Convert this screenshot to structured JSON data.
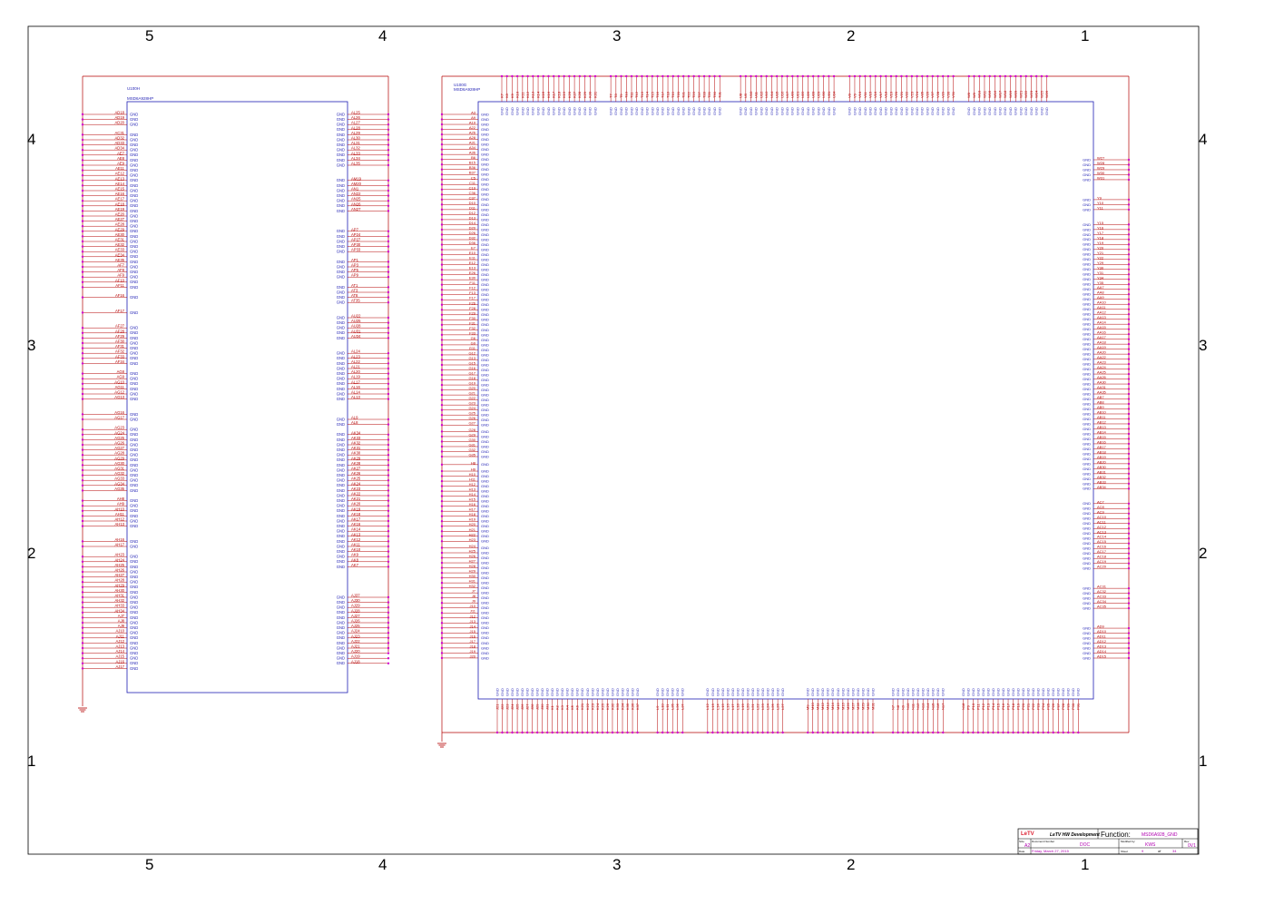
{
  "zones": {
    "top": [
      "5",
      "4",
      "3",
      "2",
      "1"
    ],
    "bottom": [
      "5",
      "4",
      "3",
      "2",
      "1"
    ],
    "left": [
      "4",
      "3",
      "2",
      "1"
    ],
    "right": [
      "4",
      "3",
      "2",
      "1"
    ]
  },
  "colors": {
    "border": "#000000",
    "body": "#1f1fb4",
    "net": "#b40000",
    "dot": "#d000d0",
    "pin_name": "#1f1fb4",
    "net_label": "#b40000"
  },
  "u100h": {
    "ref": "U100H",
    "part": "MSD6A928HP",
    "left_pins": [
      "AD18",
      "AD19",
      "AD20",
      "AC31",
      "AD32",
      "AD33",
      "AD34",
      "AE7",
      "AE8",
      "AE9",
      "AE11",
      "AE12",
      "AE13",
      "AE14",
      "AE15",
      "AE16",
      "AE17",
      "AE18",
      "AE19",
      "AE20",
      "AE27",
      "AE28",
      "AE29",
      "AE30",
      "AE31",
      "AE32",
      "AE33",
      "AE34",
      "AE35",
      "AF7",
      "AF8",
      "AF9",
      "AF10",
      "AF11",
      "AF16",
      "AF17",
      "AF27",
      "AF28",
      "AF29",
      "AF30",
      "AF31",
      "AF32",
      "AF33",
      "AF34",
      "AG8",
      "AG9",
      "AG10",
      "AG11",
      "AG12",
      "AG13",
      "AG16",
      "AG17",
      "AG23",
      "AG24",
      "AG25",
      "AG26",
      "AG27",
      "AG28",
      "AG29",
      "AG30",
      "AG31",
      "AG32",
      "AG33",
      "AG34",
      "AG35",
      "AH8",
      "AH9",
      "AH10",
      "AH11",
      "AH12",
      "AH13",
      "AH16",
      "AH17",
      "AH23",
      "AH24",
      "AH25",
      "AH26",
      "AH27",
      "AH28",
      "AH29",
      "AH30",
      "AH31",
      "AH32",
      "AH33",
      "AH34",
      "AJ7",
      "AJ8",
      "AJ9",
      "AJ10",
      "AJ11",
      "AJ12",
      "AJ13",
      "AJ14",
      "AJ15",
      "AJ16",
      "AJ17"
    ],
    "right_pins": [
      "AL25",
      "AL26",
      "AL27",
      "AL28",
      "AL29",
      "AL30",
      "AL31",
      "AL32",
      "AL33",
      "AL34",
      "AL35",
      "AM19",
      "AM20",
      "AN1",
      "AN22",
      "AN25",
      "AN26",
      "AN27",
      "AP7",
      "AP24",
      "AP27",
      "AP30",
      "AP33",
      "AP1",
      "AP3",
      "AP5",
      "AP9",
      "AT1",
      "AT3",
      "AT8",
      "AT35",
      "AU22",
      "AU25",
      "AU28",
      "AU31",
      "AU34",
      "AL24",
      "AL23",
      "AL22",
      "AL21",
      "AL20",
      "AL19",
      "AL17",
      "AL16",
      "AL14",
      "AL13",
      "AL9",
      "AL8",
      "AK34",
      "AK33",
      "AK32",
      "AK31",
      "AK30",
      "AK29",
      "AK28",
      "AK27",
      "AK26",
      "AK25",
      "AK24",
      "AK23",
      "AK22",
      "AK21",
      "AK20",
      "AK19",
      "AK18",
      "AK17",
      "AK16",
      "AK14",
      "AK13",
      "AK12",
      "AK11",
      "AK10",
      "AK9",
      "AK8",
      "AK7",
      "AJ37",
      "AJ30",
      "AJ29",
      "AJ28",
      "AJ27",
      "AJ26",
      "AJ25",
      "AJ24",
      "AJ23",
      "AJ22",
      "AJ21",
      "AJ20",
      "AJ19",
      "AJ18"
    ]
  },
  "u100g": {
    "ref": "U100G",
    "part": "MSD6A928HP",
    "left_pins": [
      "A3",
      "A9",
      "A19",
      "A22",
      "A26",
      "A28",
      "A31",
      "A34",
      "A36",
      "B6",
      "B15",
      "B36",
      "B37",
      "C5",
      "C11",
      "C19",
      "C36",
      "C37",
      "D10",
      "D11",
      "D12",
      "D13",
      "D14",
      "D20",
      "D26",
      "D32",
      "D36",
      "E7",
      "E10",
      "E11",
      "E12",
      "E13",
      "E26",
      "E30",
      "F11",
      "F12",
      "F13",
      "F17",
      "F26",
      "F28",
      "F29",
      "F30",
      "F31",
      "F32",
      "F33",
      "G6",
      "G9",
      "G11",
      "G12",
      "G13",
      "G15",
      "G16",
      "G17",
      "G18",
      "G19",
      "G20",
      "G21",
      "G22",
      "G23",
      "G24",
      "G25",
      "G26",
      "G27",
      "G28",
      "G29",
      "G30",
      "G31",
      "G32",
      "G35",
      "H8",
      "H9",
      "H10",
      "H11",
      "H12",
      "H13",
      "H14",
      "H15",
      "H16",
      "H17",
      "H18",
      "H19",
      "H20",
      "H21",
      "H22",
      "H23",
      "H24",
      "H25",
      "H26",
      "H27",
      "H28",
      "H29",
      "H30",
      "H31",
      "H32",
      "J7",
      "J8",
      "J9",
      "J10",
      "J11",
      "J12",
      "J13",
      "J14",
      "J15",
      "J16",
      "J17",
      "J18",
      "J19",
      "J20"
    ],
    "right_pins": [
      "W27",
      "W28",
      "W29",
      "W30",
      "W31",
      "Y9",
      "Y10",
      "Y11",
      "Y15",
      "Y16",
      "Y17",
      "Y18",
      "Y19",
      "Y20",
      "Y21",
      "Y22",
      "Y29",
      "Y30",
      "Y31",
      "Y34",
      "Y35",
      "AA7",
      "AA8",
      "AA9",
      "AA10",
      "AA11",
      "AA12",
      "AA13",
      "AA14",
      "AA15",
      "AA16",
      "AA17",
      "AA18",
      "AA19",
      "AA20",
      "AA22",
      "AA23",
      "AA24",
      "AA25",
      "AA26",
      "AA30",
      "AA31",
      "AA35",
      "AB7",
      "AB8",
      "AB9",
      "AB10",
      "AB11",
      "AB12",
      "AB13",
      "AB14",
      "AB15",
      "AB16",
      "AB17",
      "AB18",
      "AB19",
      "AB20",
      "AB30",
      "AB31",
      "AB32",
      "AB33",
      "AB34",
      "AC7",
      "AC8",
      "AC9",
      "AC10",
      "AC11",
      "AC12",
      "AC13",
      "AC14",
      "AC15",
      "AC16",
      "AC17",
      "AC18",
      "AC19",
      "AC20",
      "AC31",
      "AC32",
      "AC33",
      "AC34",
      "AC35",
      "AD9",
      "AD10",
      "AD11",
      "AD12",
      "AD13",
      "AD14",
      "AD15",
      "AD16",
      "AD17"
    ],
    "top_pins": [
      "K7",
      "K8",
      "K9",
      "K10",
      "K11",
      "K12",
      "K13",
      "K14",
      "K15",
      "K16",
      "K17",
      "K18",
      "K19",
      "K20",
      "K27",
      "K28",
      "K29",
      "K30",
      "K31",
      "T7",
      "T8",
      "T9",
      "T10",
      "T11",
      "T12",
      "T13",
      "T14",
      "T15",
      "T16",
      "T17",
      "T18",
      "T19",
      "T20",
      "T21",
      "T22",
      "T23",
      "T27",
      "T28",
      "T29",
      "T30",
      "T31",
      "U8",
      "U9",
      "U10",
      "U11",
      "U12",
      "U13",
      "U14",
      "U15",
      "U16",
      "U17",
      "U20",
      "U21",
      "U22",
      "U26",
      "U28",
      "U29",
      "U30",
      "U31",
      "U34",
      "V8",
      "V9",
      "V10",
      "V11",
      "V15",
      "V16",
      "V17",
      "V18",
      "V19",
      "V20",
      "V21",
      "V22",
      "V23",
      "V24",
      "V25",
      "V26",
      "V27",
      "V28",
      "V29",
      "V30",
      "V31",
      "W8",
      "W9",
      "W10",
      "W11",
      "W15",
      "W16",
      "W17",
      "W18",
      "W19",
      "W20",
      "W21",
      "W22",
      "W23",
      "W24",
      "W25",
      "W26"
    ],
    "bottom_pins": [
      "J21",
      "J22",
      "J23",
      "J24",
      "J25",
      "J26",
      "J27",
      "J28",
      "J29",
      "J30",
      "J31",
      "K1",
      "K2",
      "K3",
      "K4",
      "K5",
      "K6",
      "K21",
      "K22",
      "K23",
      "K24",
      "K25",
      "K26",
      "K32",
      "K33",
      "K34",
      "K35",
      "K36",
      "K37",
      "L9",
      "L10",
      "L11",
      "L35",
      "L36",
      "L37",
      "L12",
      "L13",
      "L14",
      "L15",
      "L16",
      "L17",
      "L18",
      "L19",
      "L20",
      "L21",
      "L22",
      "L23",
      "L24",
      "L25",
      "L26",
      "L27",
      "M9",
      "M10",
      "M11",
      "M12",
      "M13",
      "M14",
      "M15",
      "M16",
      "M26",
      "M27",
      "M28",
      "M29",
      "M30",
      "M31",
      "N7",
      "N8",
      "N9",
      "N10",
      "N11",
      "N12",
      "N13",
      "N14",
      "N15",
      "N16",
      "N17",
      "N18",
      "P9",
      "P10",
      "P11",
      "P12",
      "P13",
      "P14",
      "P15",
      "P16",
      "P17",
      "P18",
      "P19",
      "P20",
      "P21",
      "P22",
      "P23",
      "P24",
      "P25",
      "P26",
      "P27",
      "P28",
      "P29",
      "P30",
      "P31"
    ]
  },
  "gnd": "GND",
  "title_block": {
    "logo": "LeTV",
    "company": "LeTV HW Development",
    "function_label": "Function:",
    "function_value": "MSD6A928_GND",
    "size_label": "Size",
    "size_value": "A2",
    "docnum_label": "Document Number",
    "docnum_value": "DOC",
    "modified_label": "Modified by:",
    "modified_value": "KWS",
    "rev_label": "Rev",
    "rev_value": "0V1",
    "date_label": "Date",
    "date_value": "Friday, March 27, 2015",
    "sheet_label": "Sheet",
    "sheet_value": "9",
    "of_label": "of",
    "of_value": "34"
  }
}
